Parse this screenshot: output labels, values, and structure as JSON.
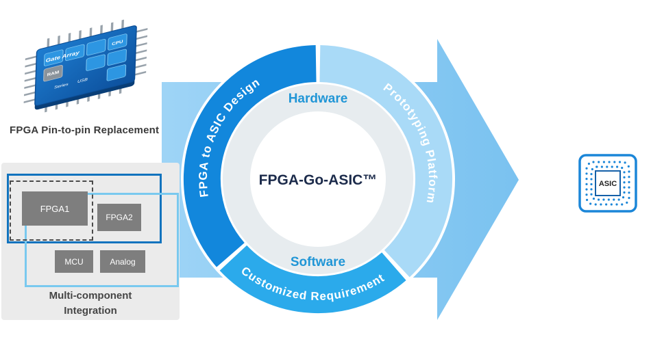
{
  "fpga_chip": {
    "caption": "FPGA Pin-to-pin Replacement",
    "labels": {
      "gate_array": "Gate Array",
      "ram": "RAM",
      "cpu": "CPU",
      "series": "Series",
      "usb": "USB"
    }
  },
  "multi_component": {
    "caption_line1": "Multi-component",
    "caption_line2": "Integration",
    "blocks": {
      "fpga1": "FPGA1",
      "fpga2": "FPGA2",
      "mcu": "MCU",
      "analog": "Analog"
    }
  },
  "ring": {
    "center_title": "FPGA-Go-ASIC™",
    "inner": {
      "top": "Hardware",
      "bottom": "Software"
    },
    "segments": {
      "design": {
        "label": "FPGA to ASIC Design",
        "color": "#1287DC"
      },
      "prototyping": {
        "label": "Prototyping Platform",
        "color": "#A9DAF7"
      },
      "customized": {
        "label": "Customized Requirement",
        "color": "#2BAAEB"
      }
    }
  },
  "asic_chip": {
    "label": "ASIC"
  },
  "colors": {
    "arrow_light": "#9ED4F6",
    "arrow_dark": "#7AC2F0",
    "accent_blue": "#1B86D8",
    "inner_ring": "#E7ECEF",
    "inner_text": "#2196D6",
    "title_text": "#1C2B4B"
  }
}
